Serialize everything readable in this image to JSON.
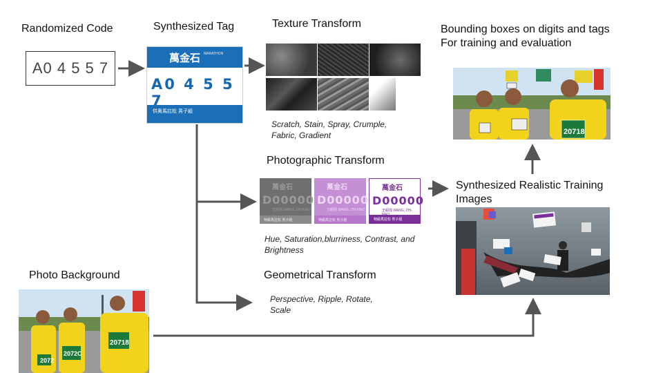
{
  "labels": {
    "randomized_code": "Randomized Code",
    "synthesized_tag": "Synthesized Tag",
    "texture_transform": "Texture Transform",
    "texture_caption_1": "Scratch, Stain, Spray, Crumple,",
    "texture_caption_2": "Fabric, Gradient",
    "photographic_transform": "Photographic  Transform",
    "photo_caption_1": "Hue, Saturation,blurriness, Contrast, and",
    "photo_caption_2": "Brightness",
    "geometrical_transform": "Geometrical Transform",
    "geo_caption_1": "Perspective, Ripple, Rotate,",
    "geo_caption_2": "Scale",
    "photo_background": "Photo Background",
    "synth_images_1": "Synthesized Realistic Training",
    "synth_images_2": "Images",
    "bbox_1": "Bounding boxes on digits and tags",
    "bbox_2": "For training and evaluation"
  },
  "code_box": {
    "value": "A0 4 5 5 7"
  },
  "tag": {
    "logo": "萬金石",
    "subtitle": "MARATHON",
    "number": "A0 4 5 5 7",
    "footer": "供奥馬拉松  男子組"
  },
  "photo_tags": [
    {
      "number": "D00000",
      "header": "萬金石",
      "small": "王紹強  WANG, ZHI-MAO",
      "footer": "特級馬拉松  男子組",
      "bg": "#6f6f6f",
      "fg": "#9a9a9a",
      "bar": "#8a8a8a"
    },
    {
      "number": "D00000",
      "header": "萬金石",
      "small": "王紹強  WANG, ZHI-MAO",
      "footer": "特級馬拉松  男子組",
      "bg": "#c58fd6",
      "fg": "#ecd6f2",
      "bar": "#b776cc"
    },
    {
      "number": "D00000",
      "header": "萬金石",
      "small": "王紹強  WANG, ZHI-MAO",
      "footer": "特級馬拉松  男子組",
      "bg": "#ffffff",
      "fg": "#7a2f9a",
      "bar": "#7a2f9a"
    }
  ],
  "bib_numbers": {
    "background_photo": "20718",
    "background_photo_left": "2072",
    "background_photo_mid": "2072C",
    "result_photo": "20718"
  },
  "colors": {
    "arrow": "#555555",
    "tag_blue": "#1b6fb8",
    "jersey_yellow": "#f2d21a"
  }
}
